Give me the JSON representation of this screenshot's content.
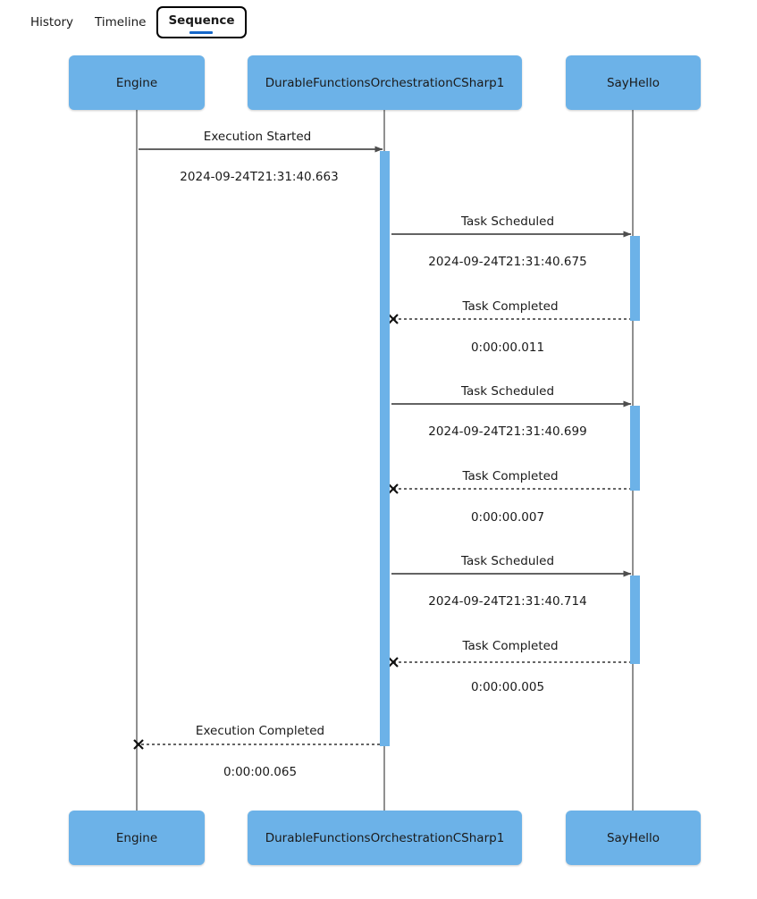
{
  "tabs": [
    {
      "label": "History",
      "selected": false
    },
    {
      "label": "Timeline",
      "selected": false
    },
    {
      "label": "Sequence",
      "selected": true
    }
  ],
  "colors": {
    "actor_fill": "#6cb2e8",
    "activation_fill": "#6cb2e8",
    "lifeline": "#757575",
    "message_line": "#4d4d4d",
    "tab_accent": "#1667c8",
    "text": "#1a1a1a"
  },
  "diagram": {
    "type": "sequence",
    "participants": [
      {
        "id": "engine",
        "name": "Engine"
      },
      {
        "id": "orchestrator",
        "name": "DurableFunctionsOrchestrationCSharp1"
      },
      {
        "id": "sayhello",
        "name": "SayHello"
      }
    ],
    "messages": [
      {
        "from": "engine",
        "to": "orchestrator",
        "label": "Execution Started",
        "note": "2024-09-24T21:31:40.663",
        "style": "solid-arrow"
      },
      {
        "from": "orchestrator",
        "to": "sayhello",
        "label": "Task Scheduled",
        "note": "2024-09-24T21:31:40.675",
        "style": "solid-arrow"
      },
      {
        "from": "sayhello",
        "to": "orchestrator",
        "label": "Task Completed",
        "note": "0:00:00.011",
        "style": "dotted-cross"
      },
      {
        "from": "orchestrator",
        "to": "sayhello",
        "label": "Task Scheduled",
        "note": "2024-09-24T21:31:40.699",
        "style": "solid-arrow"
      },
      {
        "from": "sayhello",
        "to": "orchestrator",
        "label": "Task Completed",
        "note": "0:00:00.007",
        "style": "dotted-cross"
      },
      {
        "from": "orchestrator",
        "to": "sayhello",
        "label": "Task Scheduled",
        "note": "2024-09-24T21:31:40.714",
        "style": "solid-arrow"
      },
      {
        "from": "sayhello",
        "to": "orchestrator",
        "label": "Task Completed",
        "note": "0:00:00.005",
        "style": "dotted-cross"
      },
      {
        "from": "orchestrator",
        "to": "engine",
        "label": "Execution Completed",
        "note": "0:00:00.065",
        "style": "dotted-cross"
      }
    ]
  }
}
